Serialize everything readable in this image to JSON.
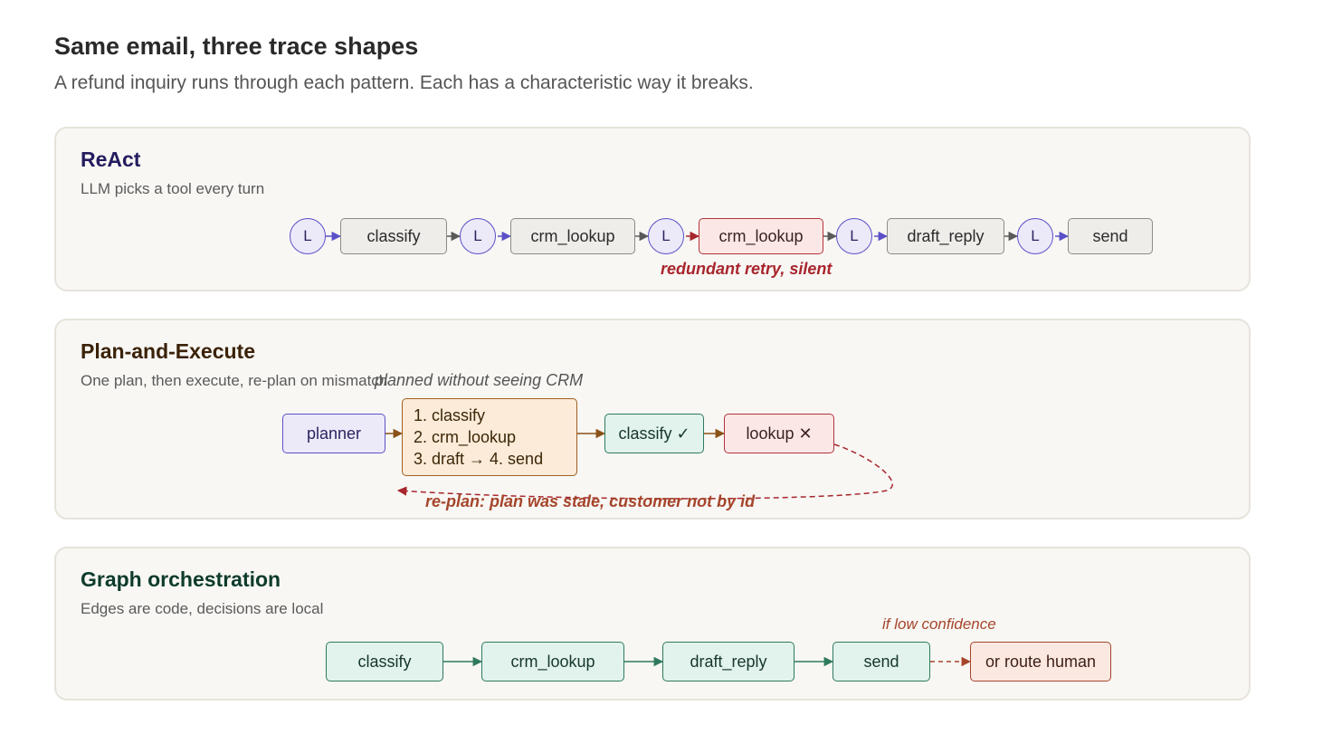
{
  "header": {
    "title": "Same email, three trace shapes",
    "subtitle": "A refund inquiry runs through each pattern. Each has a characteristic way it breaks."
  },
  "react": {
    "title": "ReAct",
    "subtitle": "LLM picks a tool every turn",
    "llm_label": "L",
    "steps": [
      "classify",
      "crm_lookup",
      "crm_lookup",
      "draft_reply",
      "send"
    ],
    "annotation": "redundant retry, silent"
  },
  "plan": {
    "title": "Plan-and-Execute",
    "subtitle": "One plan, then execute, re-plan on mismatch",
    "planner_note": "planned without seeing CRM",
    "planner": "planner",
    "plan_steps": [
      "1. classify",
      "2. crm_lookup",
      "3. draft → 4. send"
    ],
    "exec_ok": "classify ✓",
    "exec_fail": "lookup ✕",
    "replan_note": "re-plan: plan was stale, customer not by id"
  },
  "graph": {
    "title": "Graph orchestration",
    "subtitle": "Edges are code, decisions are local",
    "steps": [
      "classify",
      "crm_lookup",
      "draft_reply",
      "send"
    ],
    "fallback": "or route human",
    "fallback_note": "if low confidence"
  },
  "colors": {
    "react_title": "#231c5e",
    "plan_title": "#3b2208",
    "graph_title": "#0e3b2c",
    "error": "#a8262d",
    "plan_arrow": "#8a5218",
    "graph_arrow": "#2f7a5d",
    "llm_arrow": "#5b50c7",
    "fallback_arrow": "#a5452b"
  }
}
